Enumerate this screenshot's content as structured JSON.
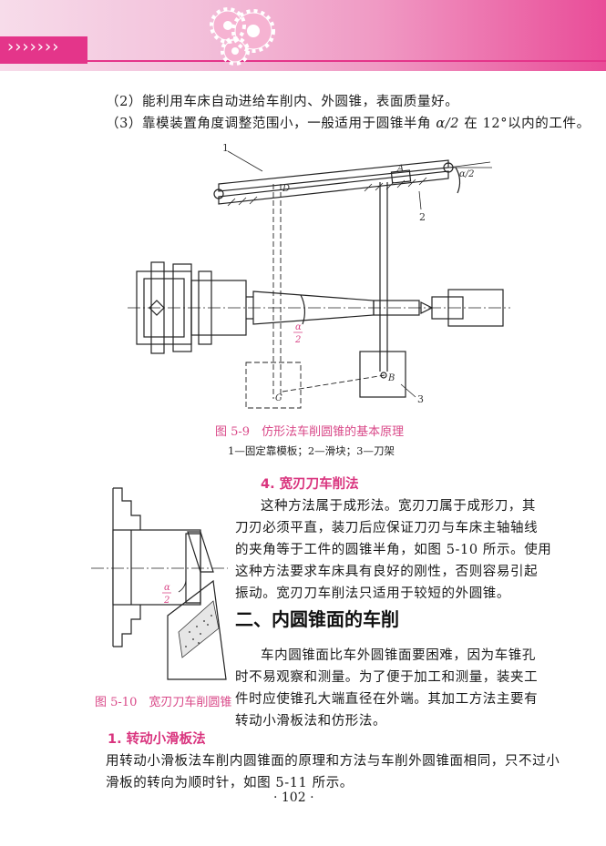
{
  "items": {
    "item2": "（2）能利用车床自动进给车削内、外圆锥，表面质量好。",
    "item3_pre": "（3）靠模装置角度调整范围小，一般适用于圆锥半角 ",
    "item3_alpha": "α/2",
    "item3_post": " 在 12°以内的工件。"
  },
  "figure59": {
    "labels": {
      "l1": "1",
      "l2": "2",
      "l3": "3",
      "A": "A",
      "B": "B",
      "C": "C",
      "D": "D",
      "angle": "α/2",
      "alpha_num": "α",
      "alpha_den": "2"
    },
    "caption": "图 5-9　仿形法车削圆锥的基本原理",
    "legend": "1—固定靠模板；2—滑块；3—刀架"
  },
  "section4": {
    "heading": "4. 宽刃刀车削法",
    "lines": [
      "这种方法属于成形法。宽刃刀属于成形刀，其",
      "刀刃必须平直，装刀后应保证刀刃与车床主轴轴线",
      "的夹角等于工件的圆锥半角，如图 5-10 所示。使用",
      "这种方法要求车床具有良好的刚性，否则容易引起",
      "振动。宽刃刀车削法只适用于较短的外圆锥。"
    ]
  },
  "figure510": {
    "alpha_num": "α",
    "alpha_den": "2",
    "caption": "图 5-10　宽刃刀车削圆锥"
  },
  "section_two": {
    "heading": "二、内圆锥面的车削",
    "lines": [
      "车内圆锥面比车外圆锥面要困难，因为车锥孔",
      "时不易观察和测量。为了便于加工和测量，装夹工",
      "件时应使锥孔大端直径在外端。其加工方法主要有",
      "转动小滑板法和仿形法。"
    ]
  },
  "subsection1": {
    "heading": "1. 转动小滑板法",
    "lines": [
      "用转动小滑板法车削内圆锥面的原理和方法与车削外圆锥面相同，只不过小",
      "滑板的转向为顺时针，如图 5-11 所示。"
    ]
  },
  "page_number": "· 102 ·",
  "colors": {
    "accent": "#e4358a",
    "caption": "#d94888",
    "heading": "#d9347e"
  }
}
